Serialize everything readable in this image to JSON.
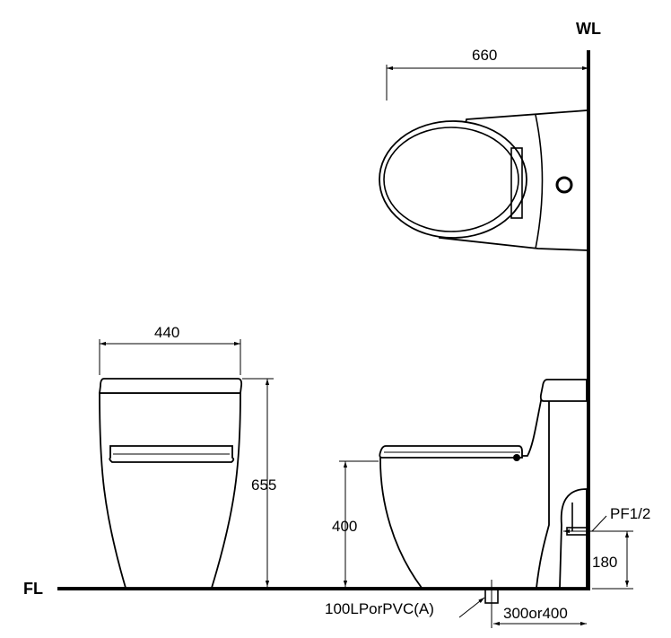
{
  "labels": {
    "wl": "WL",
    "fl": "FL",
    "pipe": "100LPorPVC(A)",
    "supply": "PF1/2"
  },
  "dimensions": {
    "top_width": "660",
    "front_width": "440",
    "front_height": "655",
    "seat_height": "400",
    "supply_height": "180",
    "rough_in": "300or400"
  }
}
